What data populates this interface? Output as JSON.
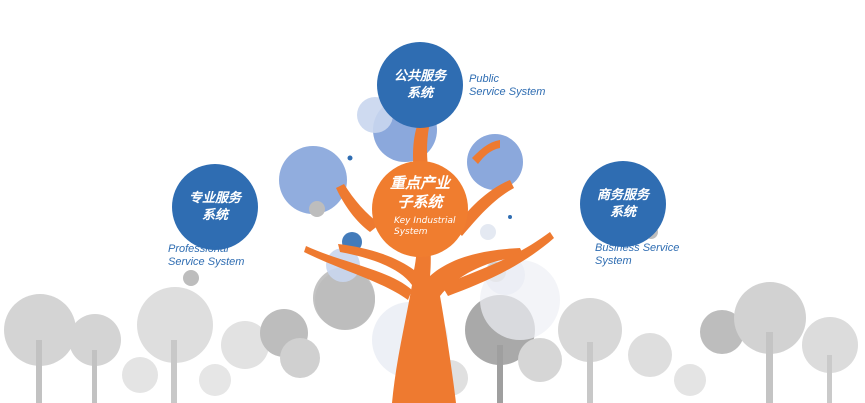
{
  "systems": {
    "public": {
      "zh": "公共服务\n系统",
      "en": "Public\nService System"
    },
    "professional": {
      "zh": "专业服务\n系统",
      "en": "Professional\nService System"
    },
    "business": {
      "zh": "商务服务\n系统",
      "en": "Business Service\nSystem"
    },
    "core": {
      "zh": "重点产业\n子系统",
      "en": "Key Industrial\nSystem"
    }
  },
  "colors": {
    "node_blue": "#2f6db2",
    "node_orange": "#f07d2f",
    "trunk": "#ee7a30",
    "bubble_blue": "#7e9fd8",
    "tree_grey": "#c9c9c9"
  }
}
